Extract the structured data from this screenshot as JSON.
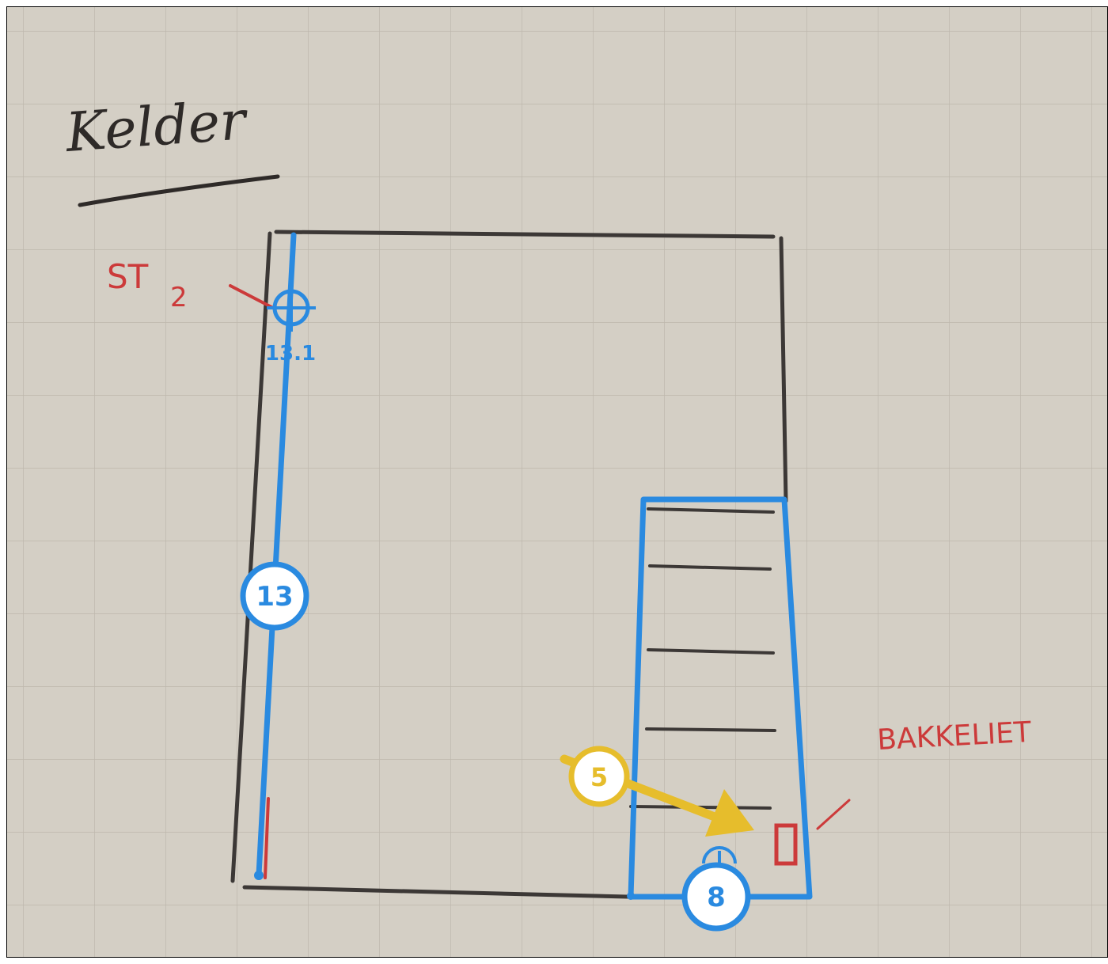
{
  "sketch": {
    "title": "Kelder",
    "red_labels": {
      "st2_main": "ST",
      "st2_sub": "2",
      "bakeliet": "BAKKELIET"
    }
  },
  "markups": {
    "wall_length_badge": "13",
    "point_label": "13.1",
    "stair_badge": "8",
    "arrow_badge": "5"
  },
  "colors": {
    "paper": "#d4cfc5",
    "grid": "#bdb7ac",
    "pencil": "#3c3836",
    "red_ink": "#cc3a3a",
    "blue_markup": "#2a8ae0",
    "yellow_markup": "#e6bd2c"
  }
}
